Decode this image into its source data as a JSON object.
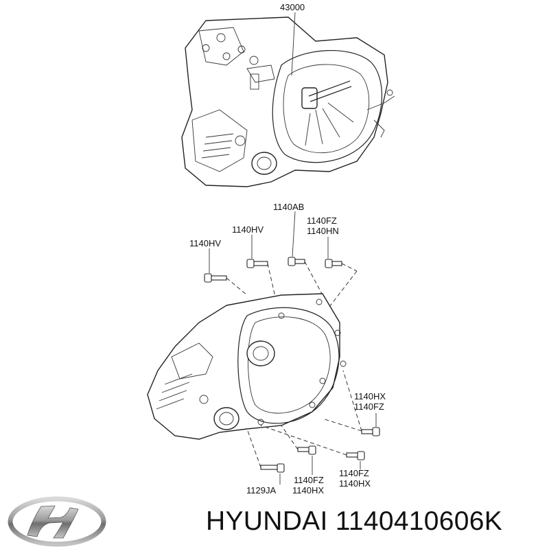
{
  "labels": {
    "assembly": "43000",
    "bolt_top_1140ab": "1140AB",
    "bolt_top_1140hv_a": "1140HV",
    "bolt_top_1140hv_b": "1140HV",
    "bolt_top_1140fz": "1140FZ",
    "bolt_top_1140hn": "1140HN",
    "right_1140hx": "1140HX",
    "right_1140fz": "1140FZ",
    "bottom_1129ja": "1129JA",
    "bottom_1140fz_a": "1140FZ",
    "bottom_1140hx_a": "1140HX",
    "bottom_1140fz_b": "1140FZ",
    "bottom_1140hx_b": "1140HX"
  },
  "footer": {
    "part_text": "HYUNDAI 1140410606K"
  },
  "icons": {
    "logo": "hyundai-logo-icon"
  }
}
